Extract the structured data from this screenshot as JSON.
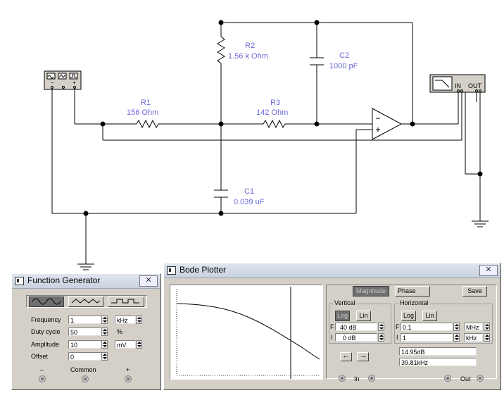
{
  "circuit": {
    "r1": {
      "name": "R1",
      "value": "156  Ohm"
    },
    "r2": {
      "name": "R2",
      "value": "1.56 k Ohm"
    },
    "r3": {
      "name": "R3",
      "value": "142  Ohm"
    },
    "c1": {
      "name": "C1",
      "value": "0.039 uF"
    },
    "c2": {
      "name": "C2",
      "value": "1000 pF"
    },
    "bode_in_label": "IN",
    "bode_out_label": "OUT",
    "wire_color": "#000000",
    "label_color": "#6a6ad8"
  },
  "function_generator": {
    "title": "Function Generator",
    "frequency_label": "Frequency",
    "frequency_value": "1",
    "frequency_unit": "kHz",
    "duty_label": "Duty cycle",
    "duty_value": "50",
    "duty_unit": "%",
    "amplitude_label": "Amplitude",
    "amplitude_value": "10",
    "amplitude_unit": "mV",
    "offset_label": "Offset",
    "offset_value": "0",
    "minus_label": "–",
    "common_label": "Common",
    "plus_label": "+"
  },
  "bode_plotter": {
    "title": "Bode Plotter",
    "magnitude_label": "Magnitude",
    "phase_label": "Phase",
    "save_label": "Save",
    "vertical_label": "Vertical",
    "horizontal_label": "Horizontal",
    "log_label": "Log",
    "lin_label": "Lin",
    "f_label": "F",
    "i_label": "I",
    "v_final_value": "40 dB",
    "v_initial_value": "0 dB",
    "h_final_value": "0.1",
    "h_final_unit": "MHz",
    "h_initial_value": "1",
    "h_initial_unit": "kHz",
    "readout_db": "14.95dB",
    "readout_freq": "39.81kHz",
    "in_label": "In",
    "out_label": "Out",
    "plot_bg": "#ffffff",
    "cursor_color": "#000000"
  }
}
